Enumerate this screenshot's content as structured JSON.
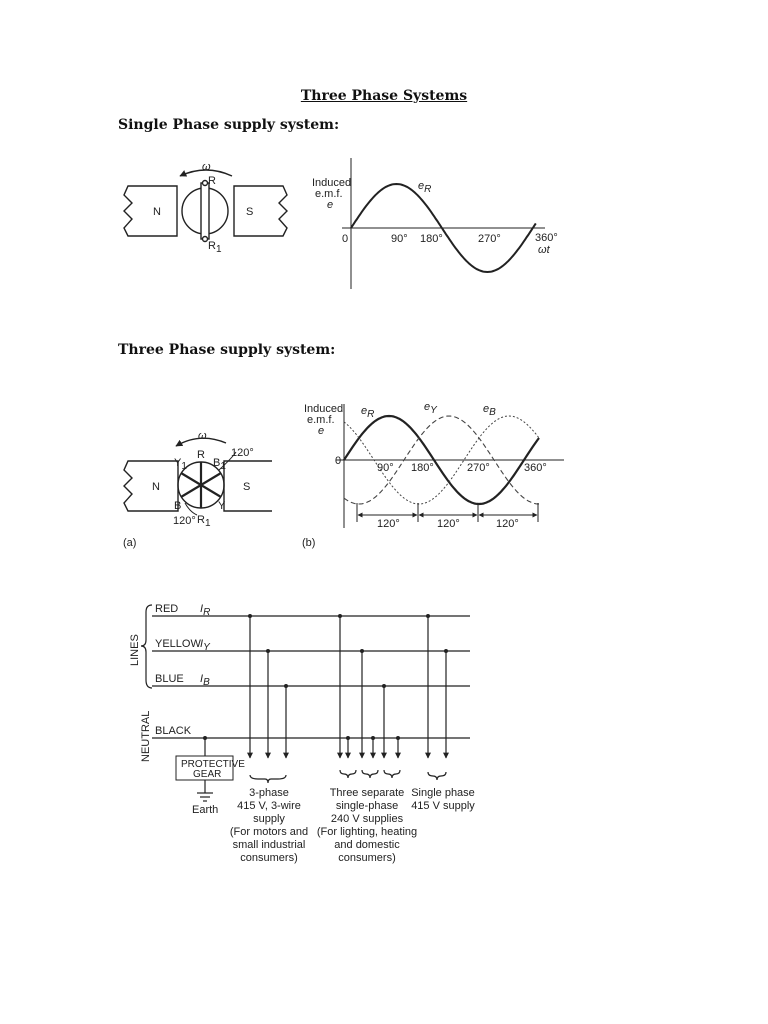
{
  "document": {
    "title": "Three Phase Systems",
    "single_heading": "Single Phase supply system:",
    "three_heading": "Three Phase supply system:"
  },
  "fig1": {
    "pole_n": "N",
    "pole_s": "S",
    "coil_top": "R",
    "coil_bottom": "R",
    "coil_bottom_sub": "1",
    "omega": "ω",
    "ylabel": [
      "Induced",
      "e.m.f.",
      "e"
    ],
    "series": "e",
    "series_sub": "R",
    "origin": "0",
    "ticks": [
      "90°",
      "180°",
      "270°",
      "360°"
    ],
    "xlabel": "ωt"
  },
  "fig2": {
    "pole_n": "N",
    "pole_s": "S",
    "omega": "ω",
    "coil_labels": [
      "R",
      "Y",
      "B",
      "B",
      "Y",
      "R"
    ],
    "coil_subs": [
      "",
      "1",
      "1",
      "",
      "",
      "1"
    ],
    "angle_top": "120°",
    "angle_bottom": "120°",
    "ylabel": [
      "Induced",
      "e.m.f.",
      "e"
    ],
    "series": [
      {
        "name": "e",
        "sub": "R"
      },
      {
        "name": "e",
        "sub": "Y"
      },
      {
        "name": "e",
        "sub": "B"
      }
    ],
    "origin": "0",
    "ticks": [
      "90°",
      "180°",
      "270°",
      "360°"
    ],
    "spans": [
      "120°",
      "120°",
      "120°"
    ],
    "caption_a": "(a)",
    "caption_b": "(b)"
  },
  "fig3": {
    "group_lines": "LINES",
    "group_neutral": "NEUTRAL",
    "lines": [
      {
        "label": "RED",
        "current": "I",
        "sub": "R"
      },
      {
        "label": "YELLOW",
        "current": "I",
        "sub": "Y"
      },
      {
        "label": "BLUE",
        "current": "I",
        "sub": "B"
      }
    ],
    "neutral": "BLACK",
    "protective": [
      "PROTECTIVE",
      "GEAR"
    ],
    "earth": "Earth",
    "supply1": [
      "3-phase",
      "415 V, 3-wire",
      "supply",
      "(For motors and",
      "small industrial",
      "consumers)"
    ],
    "supply2": [
      "Three separate",
      "single-phase",
      "240 V supplies",
      "(For lighting, heating",
      "and domestic",
      "consumers)"
    ],
    "supply3": [
      "Single phase",
      "415 V supply"
    ]
  },
  "colors": {
    "ink": "#222222",
    "background": "#ffffff"
  }
}
